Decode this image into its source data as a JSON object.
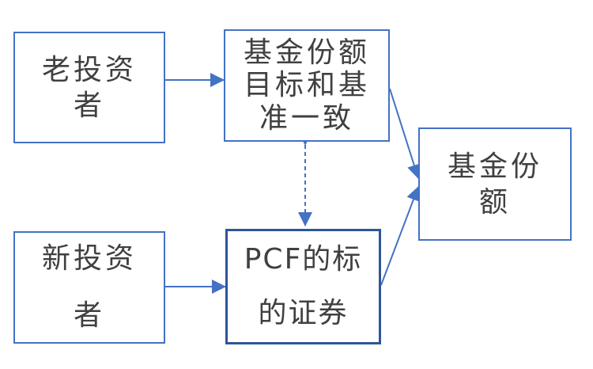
{
  "nodes": {
    "old_investor": "老投资者",
    "target_match": "基金份额目标和基准一致",
    "fund_share": "基金份额",
    "new_investor": "新投资者",
    "pcf_securities": "PCF的标的证券"
  },
  "edges": [
    {
      "from": "old_investor",
      "to": "target_match",
      "style": "solid"
    },
    {
      "from": "new_investor",
      "to": "pcf_securities",
      "style": "solid"
    },
    {
      "from": "target_match",
      "to": "fund_share",
      "style": "solid"
    },
    {
      "from": "pcf_securities",
      "to": "fund_share",
      "style": "solid"
    },
    {
      "from": "target_match",
      "to": "pcf_securities",
      "style": "dashed-bidirectional"
    }
  ],
  "colors": {
    "border": "#4472c4",
    "arrow": "#4472c4",
    "text": "#404040"
  }
}
